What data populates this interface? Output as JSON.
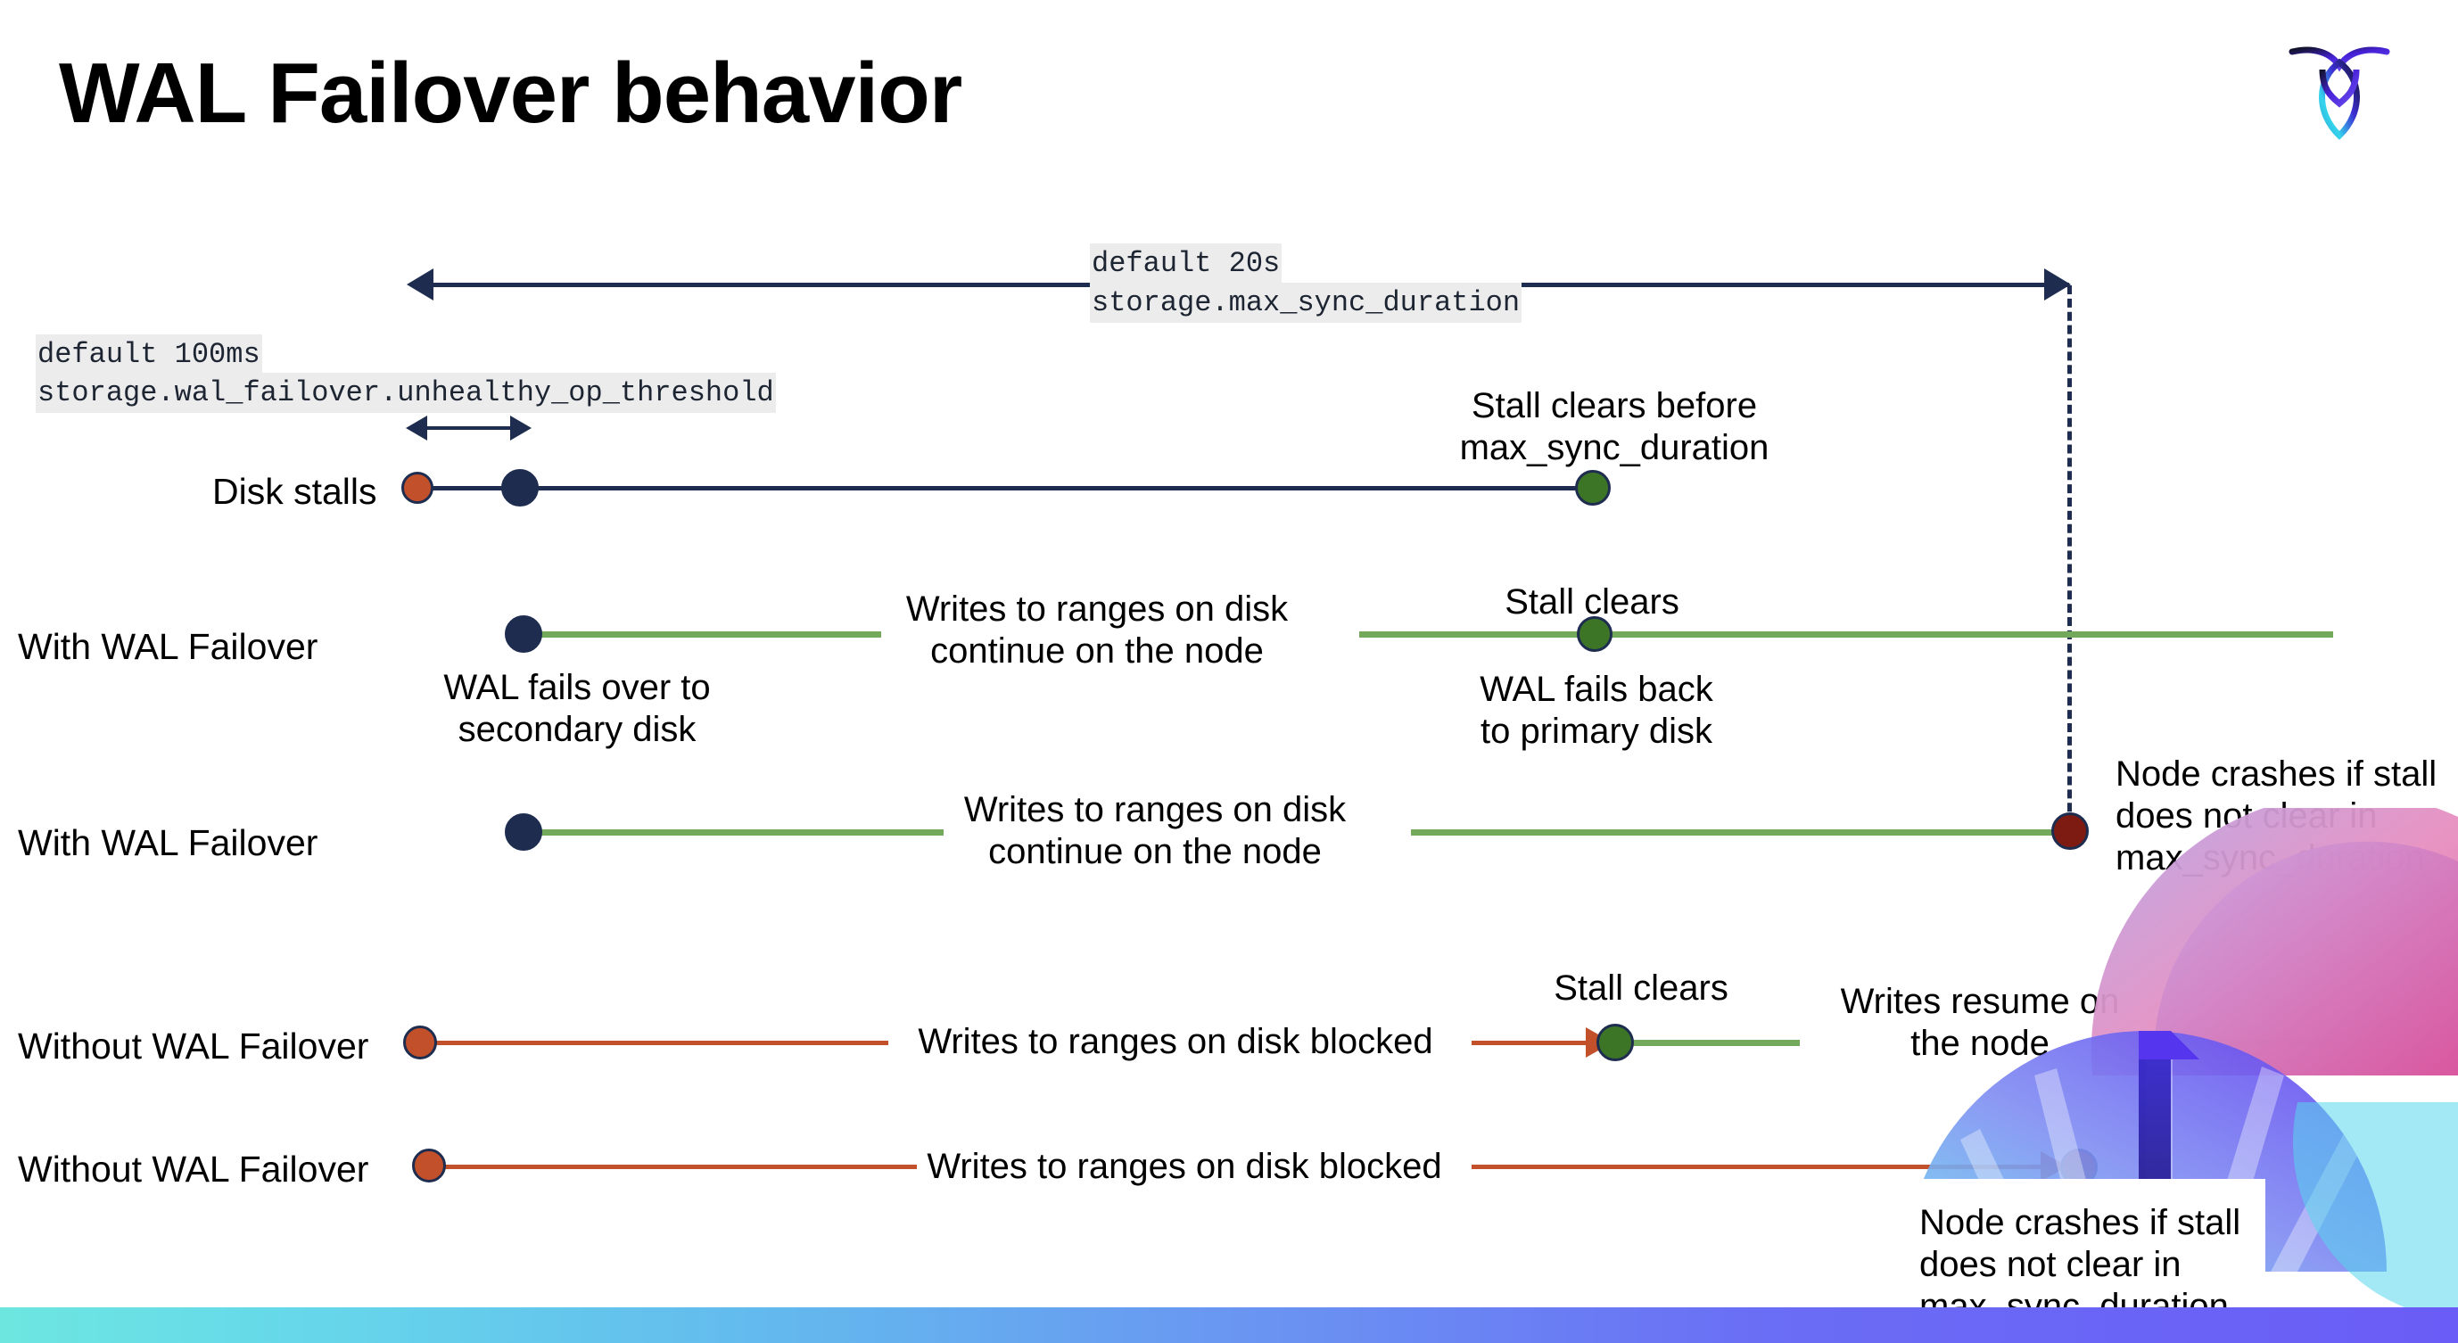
{
  "slide": {
    "title": "WAL Failover behavior",
    "logo_name": "cockroachdb-logo"
  },
  "settings": {
    "max_sync_duration": {
      "default_label": "default 20s",
      "name": "storage.max_sync_duration"
    },
    "unhealthy_op_threshold": {
      "default_label": "default 100ms",
      "name": "storage.wal_failover.unhealthy_op_threshold"
    }
  },
  "rows": [
    {
      "id": "disk-stalls",
      "label": "Disk stalls",
      "annotations": [
        "Stall clears before\nmax_sync_duration"
      ]
    },
    {
      "id": "with-wal-failover-clears",
      "label": "With WAL Failover",
      "annotations": [
        "Writes to ranges on disk\ncontinue on the node",
        "Stall clears",
        "WAL fails over to\nsecondary disk",
        "WAL fails  back\nto primary disk"
      ]
    },
    {
      "id": "with-wal-failover-crash",
      "label": "With WAL Failover",
      "annotations": [
        "Writes to ranges on disk\ncontinue on the node",
        "Node crashes if stall\ndoes not clear in\nmax_sync_duration"
      ]
    },
    {
      "id": "without-wal-failover-clears",
      "label": "Without WAL Failover",
      "annotations": [
        "Writes to ranges on disk  blocked",
        "Stall clears",
        "Writes resume on\nthe node"
      ]
    },
    {
      "id": "without-wal-failover-crash",
      "label": "Without WAL Failover",
      "annotations": [
        "Writes to ranges on disk  blocked",
        "Node crashes if stall\ndoes not clear in\nmax_sync_duration"
      ]
    }
  ],
  "labels": {
    "disk_stalls": "Disk stalls",
    "with_wal_failover": "With WAL Failover",
    "without_wal_failover": "Without WAL Failover",
    "stall_clears_before_max": "Stall clears before\nmax_sync_duration",
    "writes_continue": "Writes to ranges on disk\ncontinue on the node",
    "stall_clears": "Stall clears",
    "wal_fails_over": "WAL fails over to\nsecondary disk",
    "wal_fails_back": "WAL fails  back\nto primary disk",
    "node_crashes": "Node crashes if stall\ndoes not clear in\nmax_sync_duration",
    "writes_blocked": "Writes to ranges on disk  blocked",
    "writes_resume": "Writes resume on\nthe node"
  },
  "colors": {
    "navy": "#1e2d4f",
    "green_line": "#73a95a",
    "orange_line": "#c2502b",
    "dot_red": "#c2502b",
    "dot_green": "#3d7527",
    "dot_dark_red": "#7d1a12",
    "code_bg": "#ececec",
    "title": "#000000"
  }
}
